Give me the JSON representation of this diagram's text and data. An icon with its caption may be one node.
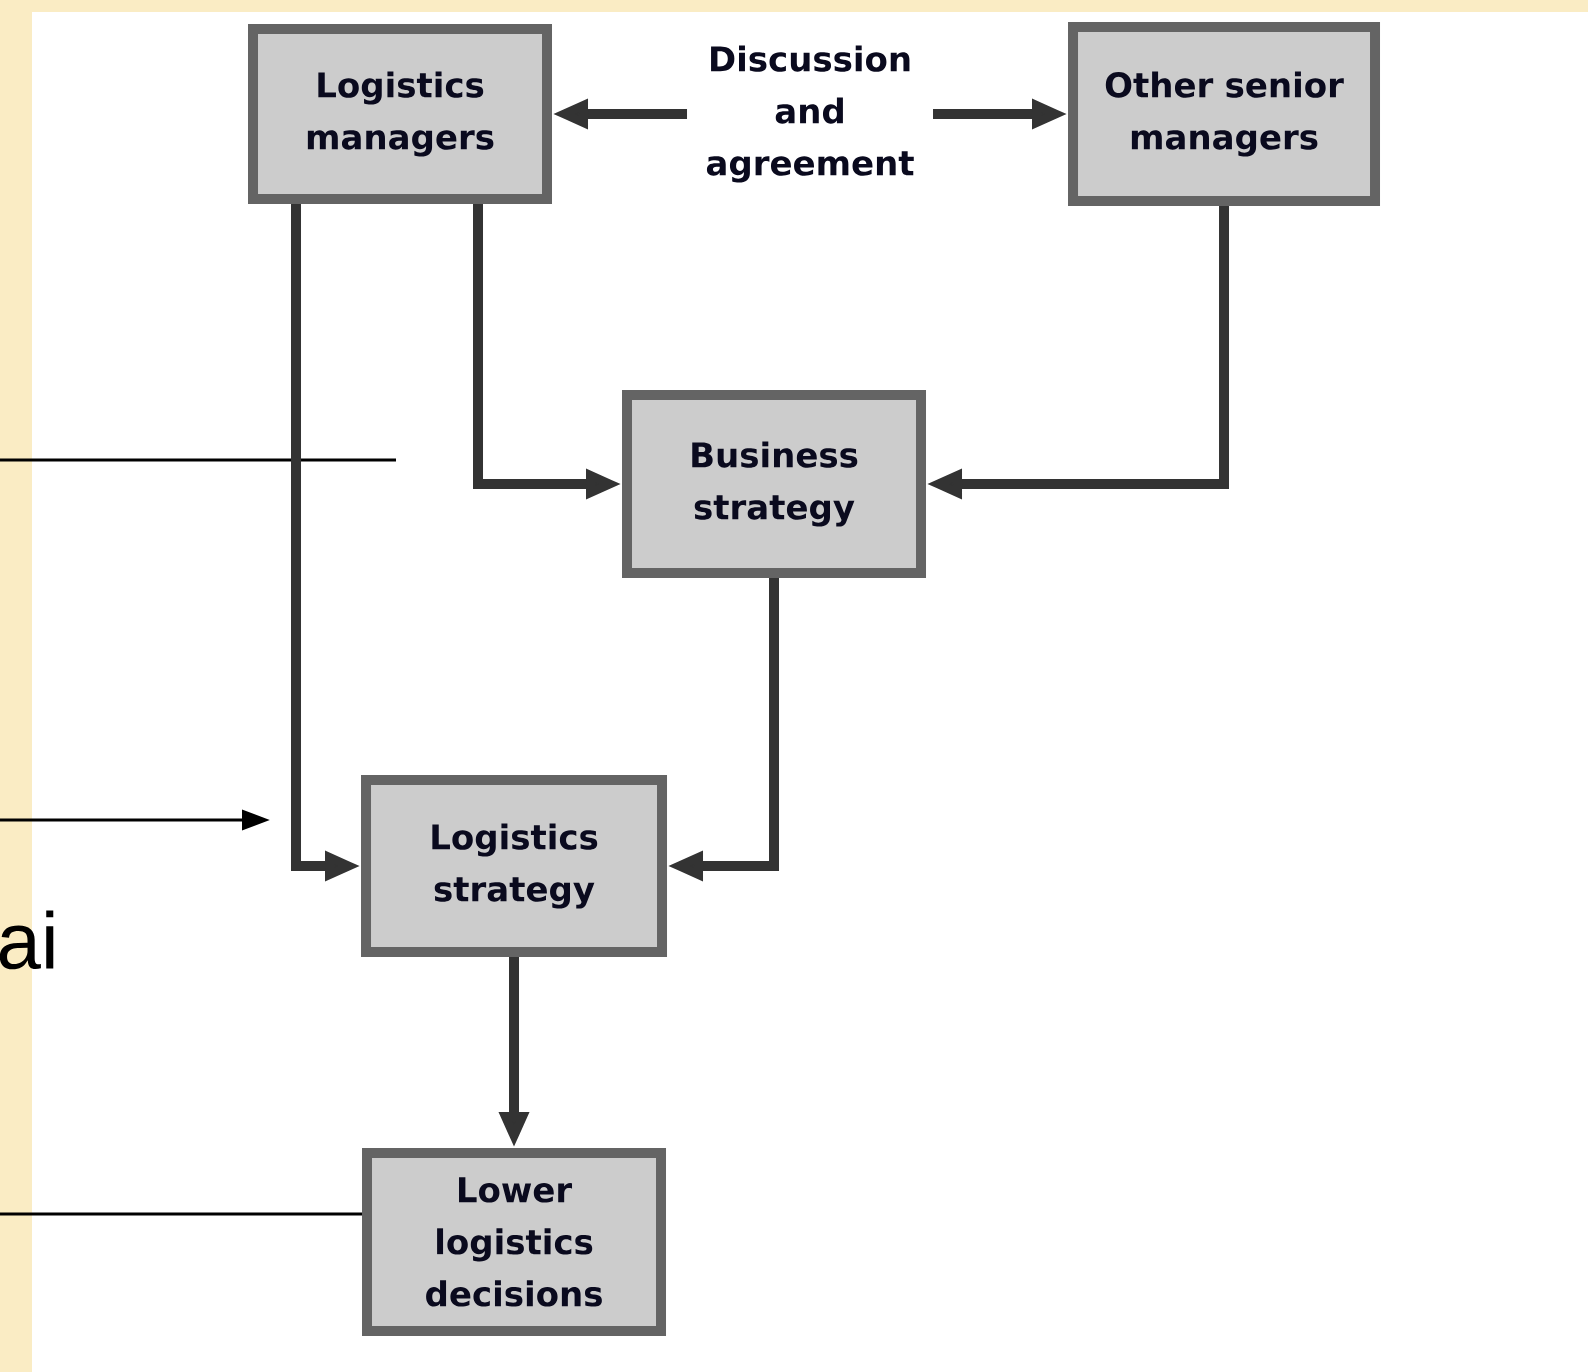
{
  "diagram": {
    "nodes": [
      {
        "text": [
          "Logistics managers"
        ]
      },
      {
        "text": [
          "Other senior managers"
        ]
      },
      {
        "text": [
          "Business strategy"
        ]
      },
      {
        "text": [
          "Logistics strategy"
        ]
      },
      {
        "text": [
          "Lower logistics decisions"
        ]
      }
    ],
    "edges": [
      {
        "from": 0,
        "to": 1,
        "arrow": "both",
        "label": "Discussion and agreement"
      },
      {
        "from": 0,
        "to": 2,
        "arrow": "to"
      },
      {
        "from": 1,
        "to": 2,
        "arrow": "to"
      },
      {
        "from": 0,
        "to": 3,
        "arrow": "to"
      },
      {
        "from": 2,
        "to": 3,
        "arrow": "to"
      },
      {
        "from": 3,
        "to": 4,
        "arrow": "to"
      },
      {
        "from": null,
        "to": 4,
        "arrow": "none"
      }
    ],
    "labels": [
      "ai"
    ]
  }
}
